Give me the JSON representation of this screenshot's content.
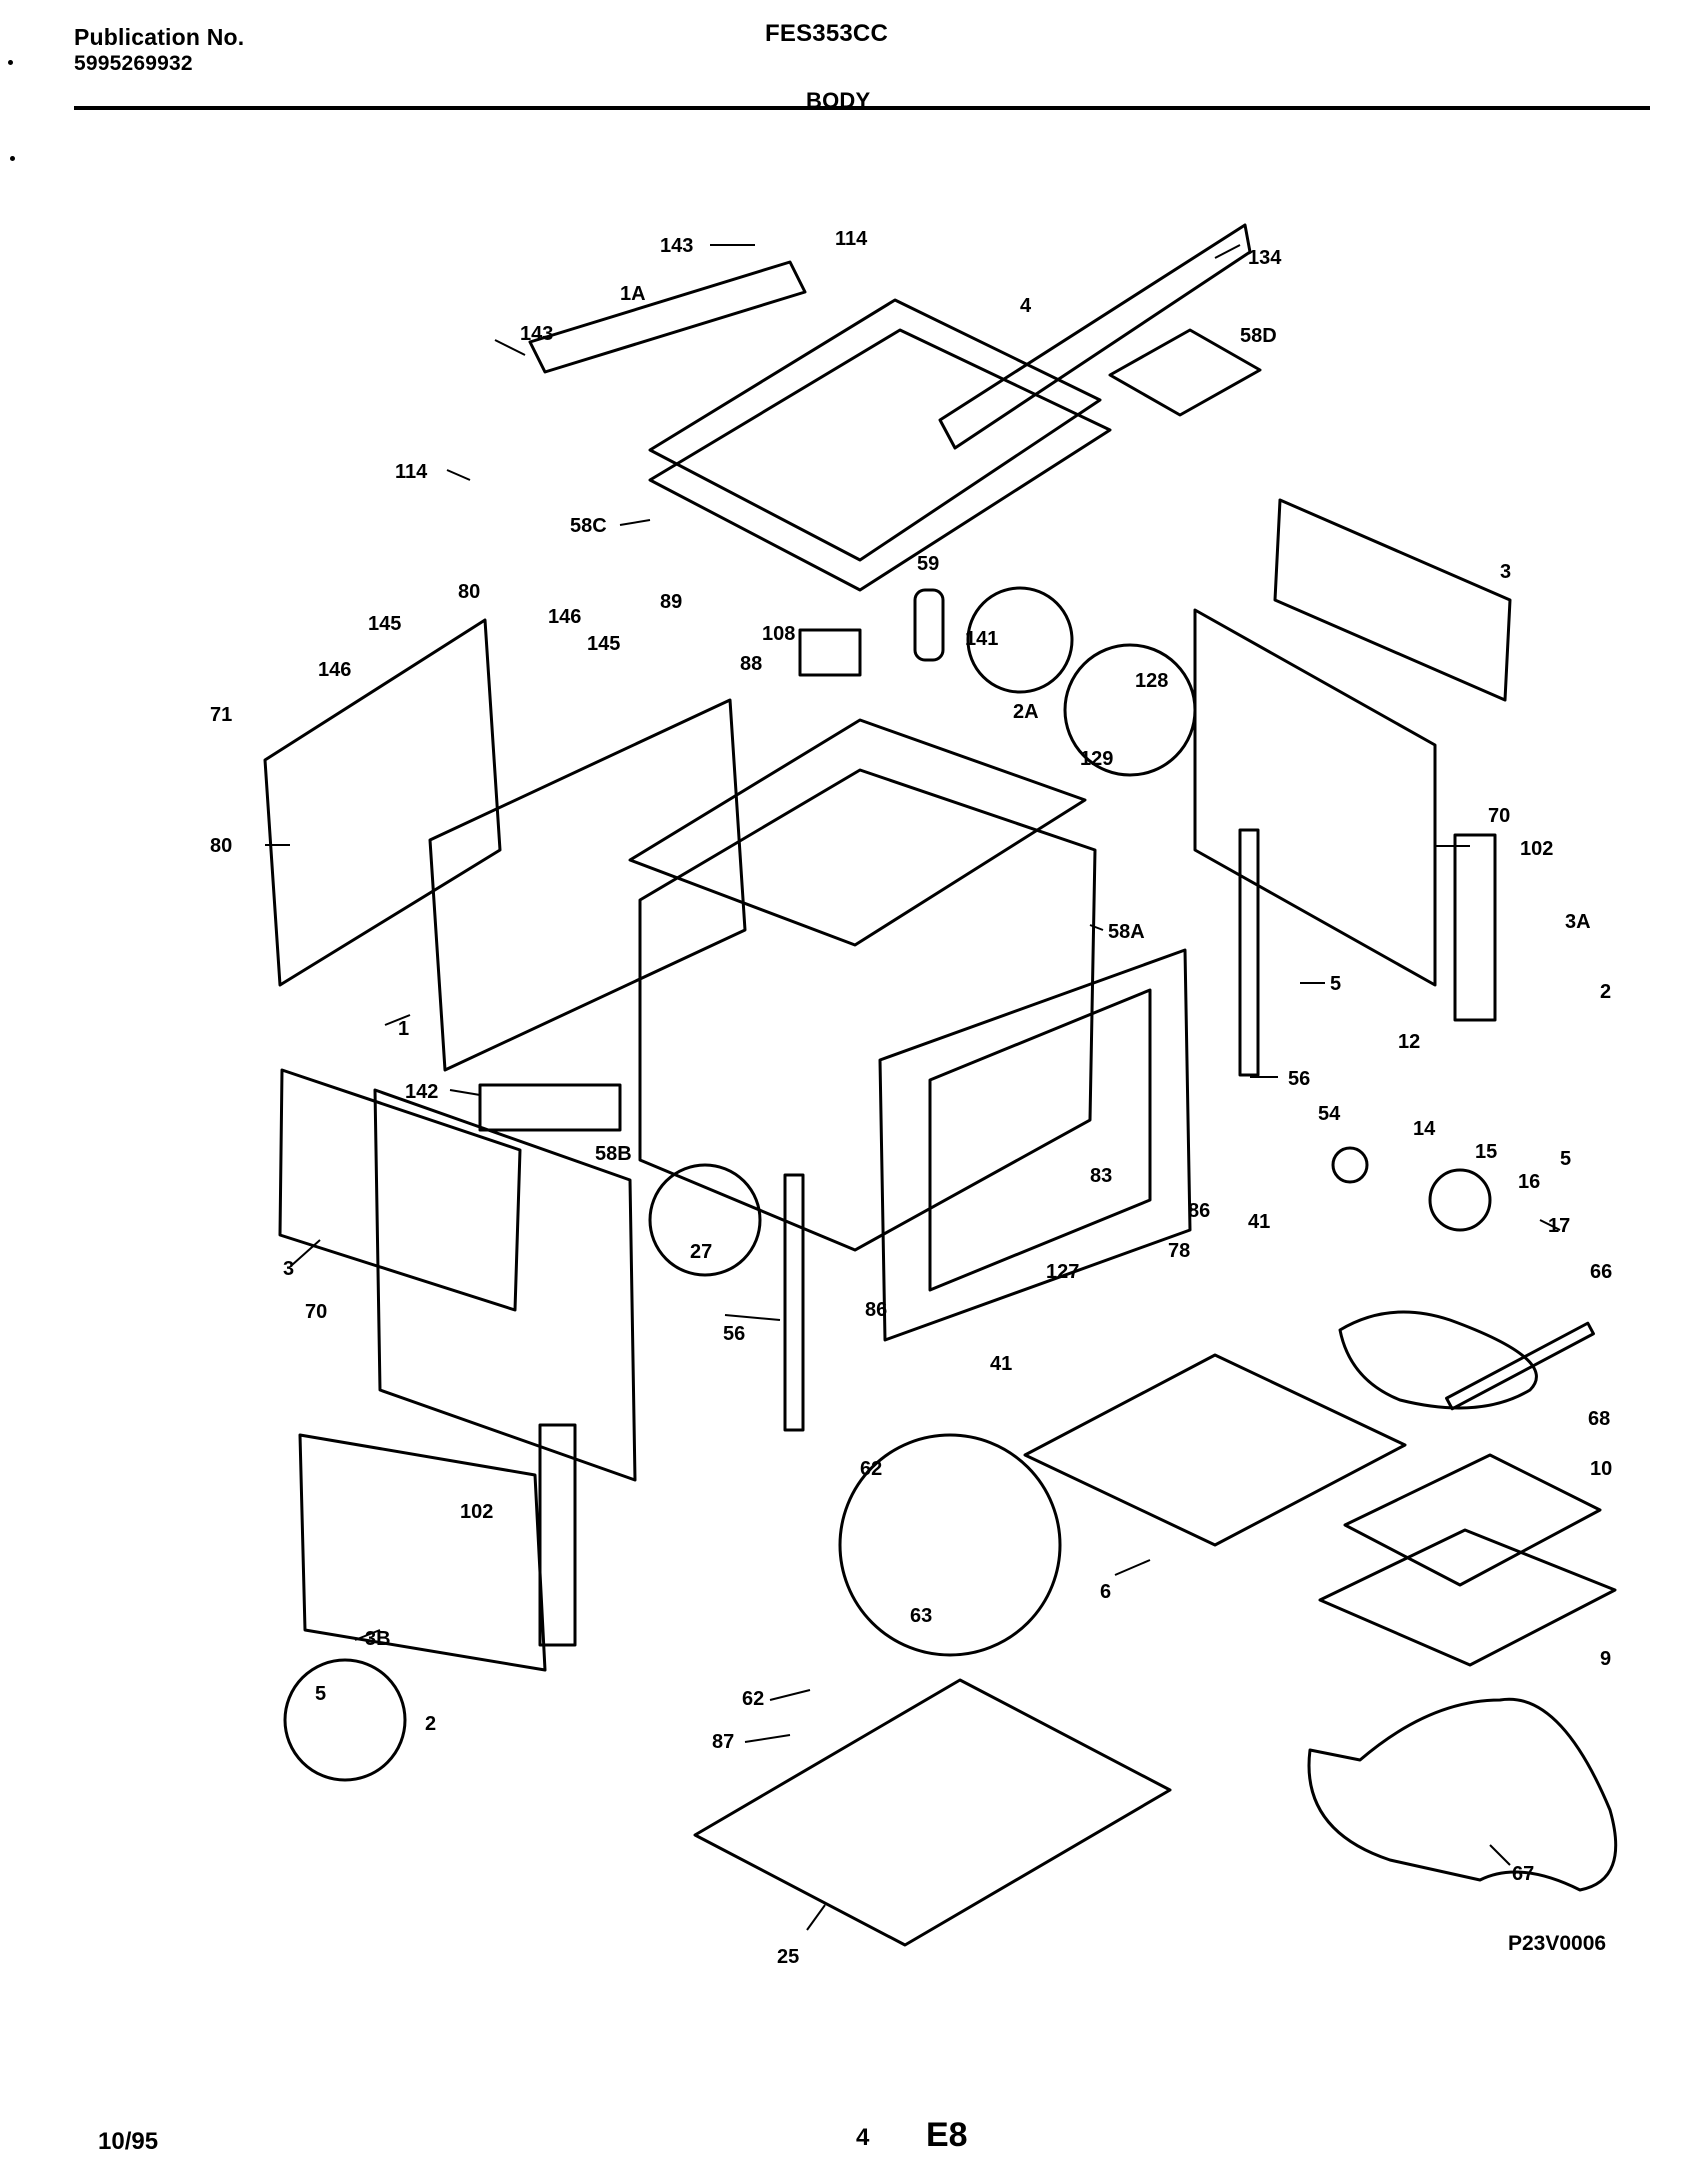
{
  "header": {
    "publication_label": "Publication No.",
    "publication_number": "5995269932",
    "model": "FES353CC",
    "section": "BODY"
  },
  "callouts": [
    "143",
    "114",
    "134",
    "1A",
    "4",
    "143",
    "58D",
    "114",
    "58C",
    "3",
    "80",
    "146",
    "145",
    "89",
    "59",
    "145",
    "108",
    "88",
    "141",
    "146",
    "128",
    "71",
    "2A",
    "129",
    "70",
    "80",
    "102",
    "58A",
    "3A",
    "5",
    "2",
    "12",
    "1",
    "142",
    "56",
    "54",
    "14",
    "15",
    "16",
    "5",
    "17",
    "58B",
    "83",
    "86",
    "41",
    "3",
    "27",
    "127",
    "78",
    "66",
    "70",
    "86",
    "56",
    "41",
    "68",
    "62",
    "10",
    "102",
    "6",
    "63",
    "9",
    "3B",
    "62",
    "5",
    "87",
    "2",
    "67",
    "25"
  ],
  "diagram_id": "P23V0006",
  "footer": {
    "date": "10/95",
    "page": "4",
    "code": "E8"
  }
}
